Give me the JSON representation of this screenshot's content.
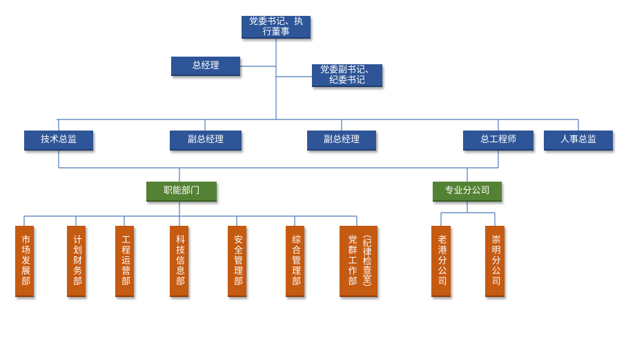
{
  "colors": {
    "leadership_box": "#2e5597",
    "group_box": "#548235",
    "department_box": "#c55a11",
    "connector": "#4a7ab8"
  },
  "top": {
    "secretary_chair": "党委书记、执行董事",
    "general_manager": "总经理",
    "deputy_secretary": "党委副书记、纪委书记"
  },
  "executives": {
    "tech_director": "技术总监",
    "deputy_gm_1": "副总经理",
    "deputy_gm_2": "副总经理",
    "chief_engineer": "总工程师",
    "hr_director": "人事总监"
  },
  "groups": {
    "functional": "职能部门",
    "branches": "专业分公司"
  },
  "departments": {
    "marketing": "市场发展部",
    "finance": "计划财务部",
    "engineering_ops": "工程运营部",
    "it": "科技信息部",
    "safety": "安全管理部",
    "admin": "综合管理部",
    "party_affairs": "党群工作部",
    "discipline": "（纪律检查室）"
  },
  "branch_companies": {
    "laogang": "老港分公司",
    "chongming": "崇明分公司"
  }
}
